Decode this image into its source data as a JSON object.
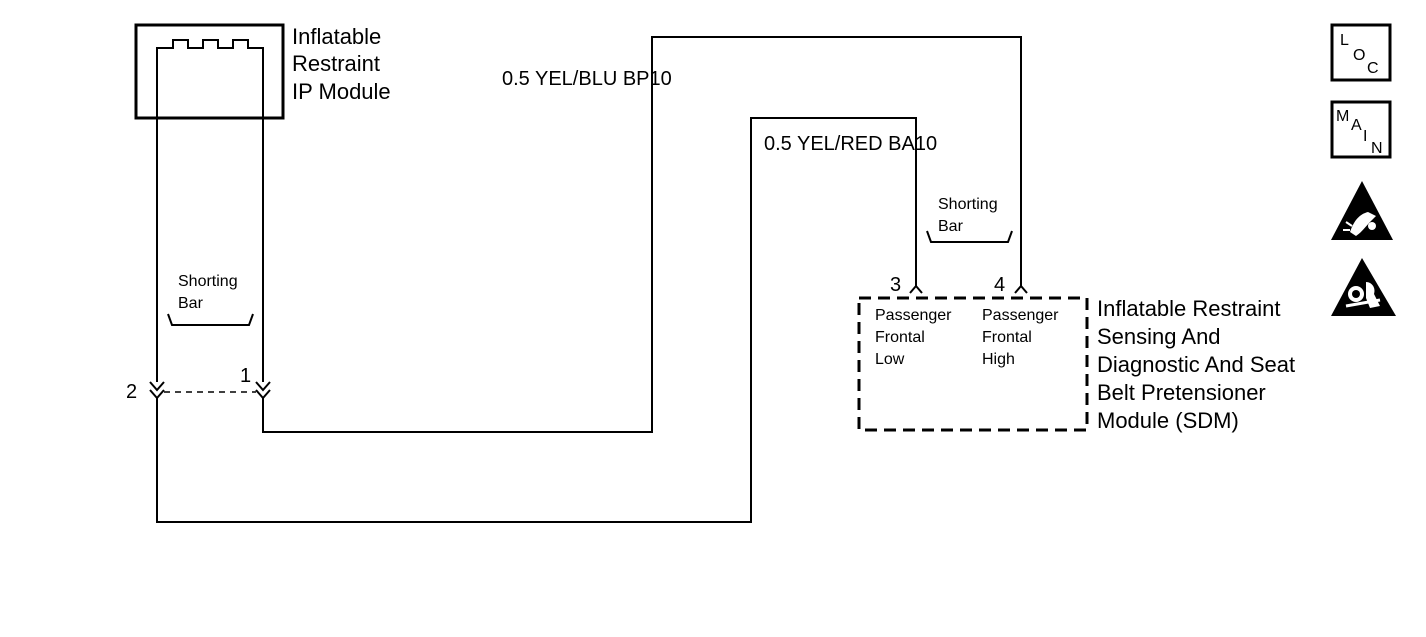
{
  "ip_module": {
    "lines": [
      "Inflatable",
      "Restraint",
      "IP Module"
    ]
  },
  "shorting_bar_left": {
    "lines": [
      "Shorting",
      "Bar"
    ]
  },
  "shorting_bar_right": {
    "lines": [
      "Shorting",
      "Bar"
    ]
  },
  "pins": {
    "p1": "1",
    "p2": "2",
    "p3": "3",
    "p4": "4"
  },
  "wire_blu": {
    "label": "0.5 YEL/BLU  BP10"
  },
  "wire_red": {
    "label": "0.5 YEL/RED  BA10"
  },
  "sdm": {
    "low_lines": [
      "Passenger",
      "Frontal",
      "Low"
    ],
    "high_lines": [
      "Passenger",
      "Frontal",
      "High"
    ],
    "title_lines": [
      "Inflatable Restraint",
      "Sensing And",
      "Diagnostic And Seat",
      "Belt Pretensioner",
      "Module  (SDM)"
    ]
  },
  "side_icons": {
    "loc": {
      "icon": "loc-icon",
      "letters": [
        "L",
        "O",
        "C"
      ]
    },
    "main": {
      "icon": "main-icon",
      "letters": [
        "M",
        "A",
        "I",
        "N"
      ]
    },
    "esd": {
      "icon": "esd-warning-icon"
    },
    "airbag": {
      "icon": "airbag-warning-icon"
    }
  }
}
